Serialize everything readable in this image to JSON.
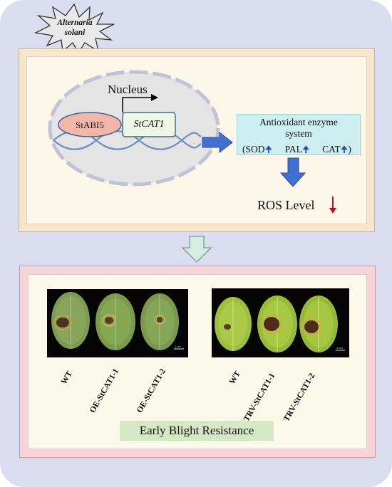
{
  "pathogen": {
    "line1": "Alternaria",
    "line2": "solani"
  },
  "mechanism": {
    "nucleus_label": "Nucleus",
    "transcription_factor": "StABI5",
    "target_gene": "StCAT1",
    "enzyme_system": {
      "title_line1": "Antioxidant enzyme",
      "title_line2": "system",
      "items": [
        "(SOD",
        "PAL",
        "CAT"
      ],
      "closing": ")",
      "trend": "up"
    },
    "ros": {
      "label": "ROS Level",
      "trend": "down"
    }
  },
  "phenotype": {
    "overexpression_panel": {
      "lines": [
        "WT",
        "OE-StCAT1-1",
        "OE-StCAT1-2"
      ],
      "scale_bar": "1 cm"
    },
    "silencing_panel": {
      "lines": [
        "WT",
        "TRV-StCAT1-1",
        "TRV-StCAT1-2"
      ],
      "scale_bar": "1 cm"
    },
    "result": "Early Blight Resistance"
  },
  "colors": {
    "background": "#d9ddef",
    "mechanism_panel": "#f7e5cc",
    "phenotype_panel": "#f6d3d8",
    "nucleus": "#e4e4e4",
    "abi5_fill": "#f2b7a6",
    "gene_box": "#eef6e6",
    "enzyme_box": "#cdeff0",
    "blue_arrow": "#3f6fd0",
    "up_arrow": "#1f4fa8",
    "down_arrow": "#c0141a",
    "result_box": "#d5e8c4"
  },
  "icons": [
    "starburst-badge",
    "promoter-arrow",
    "right-arrow",
    "down-arrow",
    "hollow-down-arrow",
    "up-arrow-glyph",
    "down-arrow-glyph"
  ]
}
